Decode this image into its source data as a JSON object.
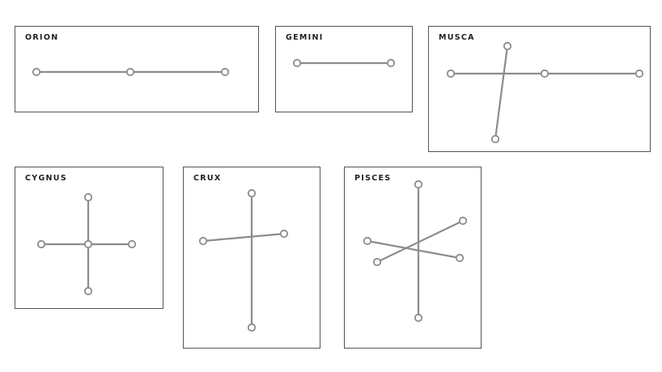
{
  "colors": {
    "line": "#8c8c8c",
    "frame": "#555555",
    "label": "#222222"
  },
  "constellations": [
    {
      "name": "ORION"
    },
    {
      "name": "GEMINI"
    },
    {
      "name": "MUSCA"
    },
    {
      "name": "CYGNUS"
    },
    {
      "name": "CRUX"
    },
    {
      "name": "PISCES"
    }
  ]
}
